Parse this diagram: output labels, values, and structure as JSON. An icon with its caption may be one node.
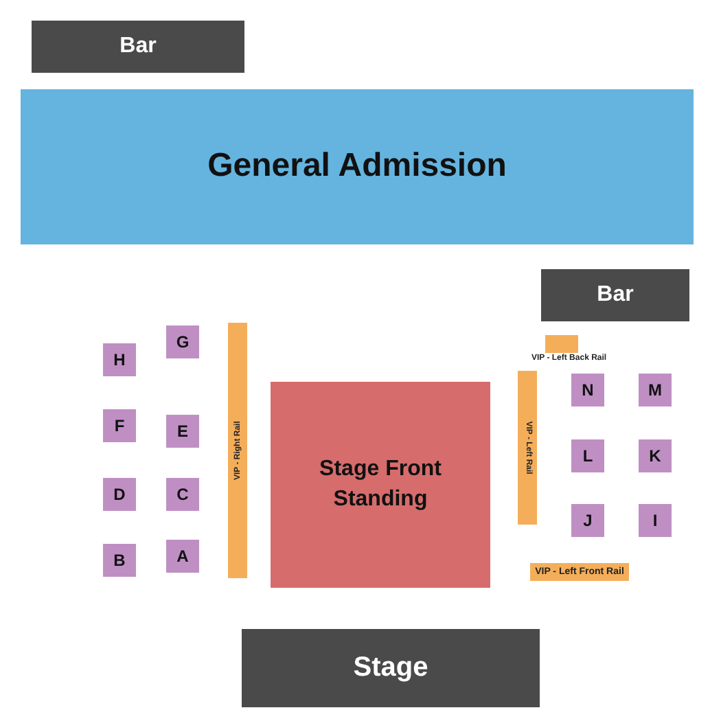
{
  "diagram": {
    "nodes": [
      {
        "text": [
          "Bar"
        ]
      },
      {
        "text": [
          "General Admission"
        ]
      },
      {
        "text": [
          "Bar"
        ]
      },
      {
        "text": [
          "G"
        ]
      },
      {
        "text": [
          "VIP - Right Rail"
        ]
      },
      {
        "text": [],
        "shape": "bar",
        "beside": [
          "VIP - Left Back Rail"
        ]
      },
      {
        "text": [
          "H"
        ]
      },
      {
        "text": [
          "N"
        ]
      },
      {
        "text": [
          "M"
        ]
      },
      {
        "text": [
          "Stage Front Standing"
        ]
      },
      {
        "text": [
          "F"
        ]
      },
      {
        "text": [
          "E"
        ]
      },
      {
        "text": [
          "VIP - Left Rail"
        ]
      },
      {
        "text": [
          "L"
        ]
      },
      {
        "text": [
          "K"
        ]
      },
      {
        "text": [
          "D"
        ]
      },
      {
        "text": [
          "C"
        ]
      },
      {
        "text": [
          "J"
        ]
      },
      {
        "text": [
          "I"
        ]
      },
      {
        "text": [
          "B"
        ]
      },
      {
        "text": [
          "A"
        ]
      },
      {
        "text": [
          "VIP - Left Front Rail"
        ]
      },
      {
        "text": [
          "Stage"
        ]
      }
    ]
  }
}
